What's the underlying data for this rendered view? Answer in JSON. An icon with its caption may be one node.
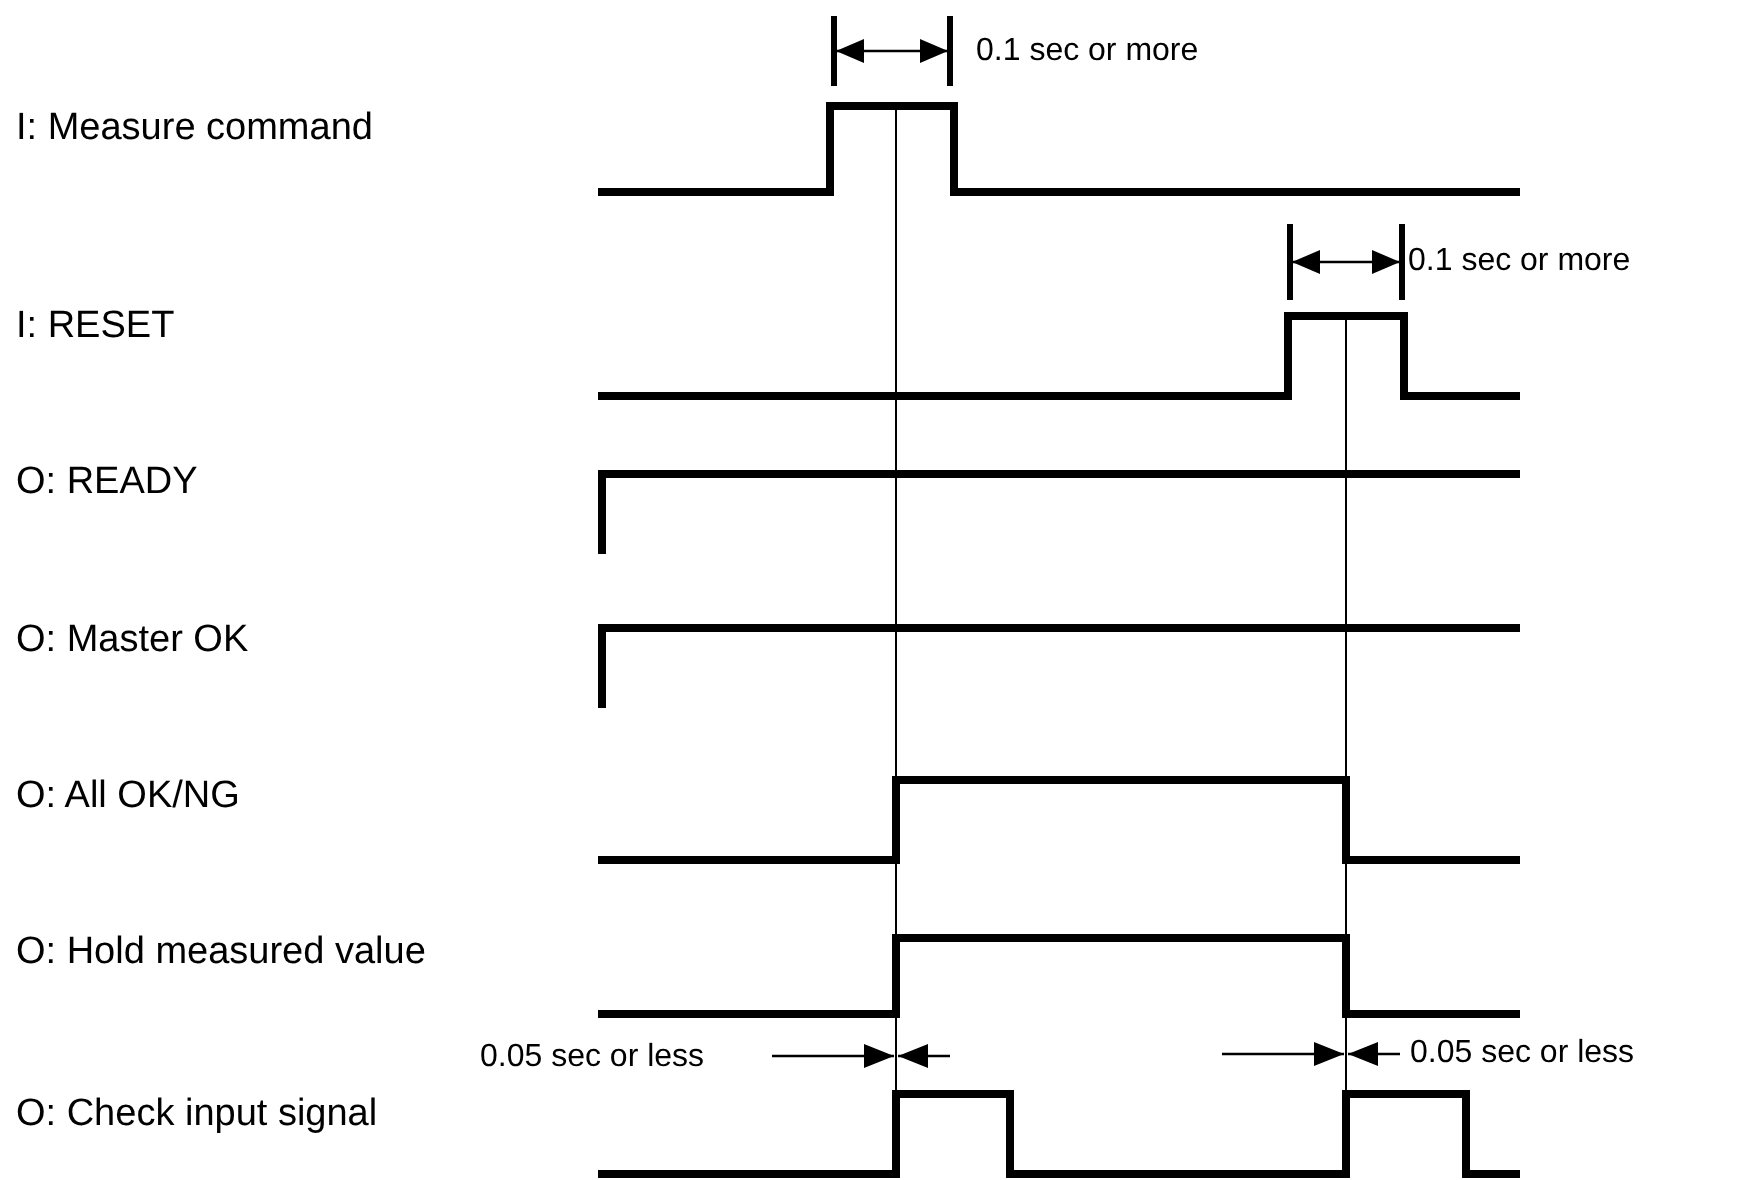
{
  "diagram": {
    "labels": [
      "0.1 sec or more",
      "I: Measure command",
      "0.1 sec or more",
      "I: RESET",
      "O: READY",
      "O: Master OK",
      "O: All OK/NG",
      "O: Hold measured value",
      "0.05 sec or less",
      "0.05 sec or less",
      "O: Check input signal"
    ]
  }
}
